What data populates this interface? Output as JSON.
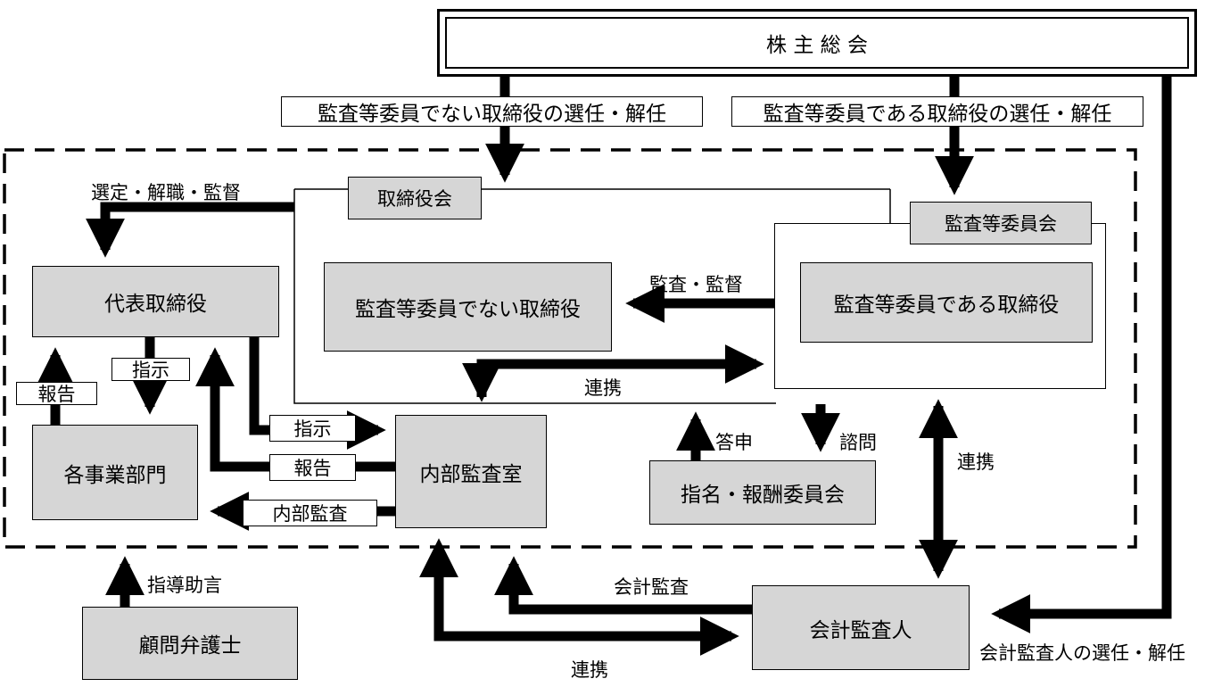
{
  "shareholders_meeting": "株 主 総 会",
  "elect_non_audit": "監査等委員でない取締役の選任・解任",
  "elect_audit": "監査等委員である取締役の選任・解任",
  "board": "取締役会",
  "audit_committee": "監査等委員会",
  "representative_director": "代表取締役",
  "non_audit_directors": "監査等委員でない取締役",
  "audit_directors": "監査等委員である取締役",
  "business_divisions": "各事業部門",
  "internal_audit_office": "内部監査室",
  "nomination_committee": "指名・報酬委員会",
  "legal_advisor": "顧問弁護士",
  "accounting_auditor": "会計監査人",
  "labels": {
    "select_dismiss_supervise": "選定・解職・監督",
    "audit_supervise": "監査・監督",
    "instruction_top": "指示",
    "report_left": "報告",
    "instruction_mid": "指示",
    "report_mid": "報告",
    "internal_audit": "内部監査",
    "coop_center": "連携",
    "report_answer": "答申",
    "consult": "諮問",
    "coop_right": "連携",
    "guidance": "指導助言",
    "accounting_audit": "会計監査",
    "coop_bottom": "連携",
    "elect_accounting_auditor": "会計監査人の選任・解任"
  }
}
